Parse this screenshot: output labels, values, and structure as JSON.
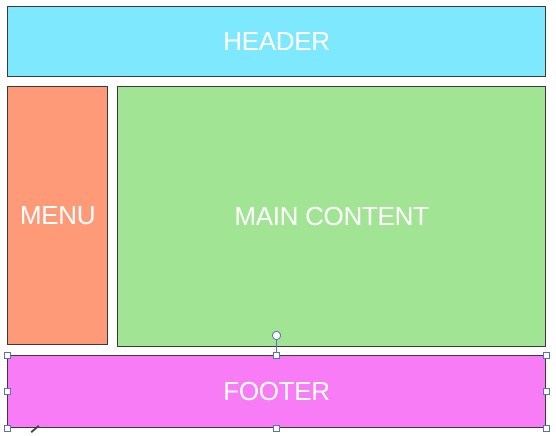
{
  "diagram": {
    "header": {
      "label": "HEADER",
      "color": "#7ee8ff"
    },
    "menu": {
      "label": "MENU",
      "color": "#ff9a78"
    },
    "main_content": {
      "label": "MAIN CONTENT",
      "color": "#a1e594"
    },
    "footer": {
      "label": "FOOTER",
      "color": "#f77cf5",
      "selected": true
    }
  }
}
